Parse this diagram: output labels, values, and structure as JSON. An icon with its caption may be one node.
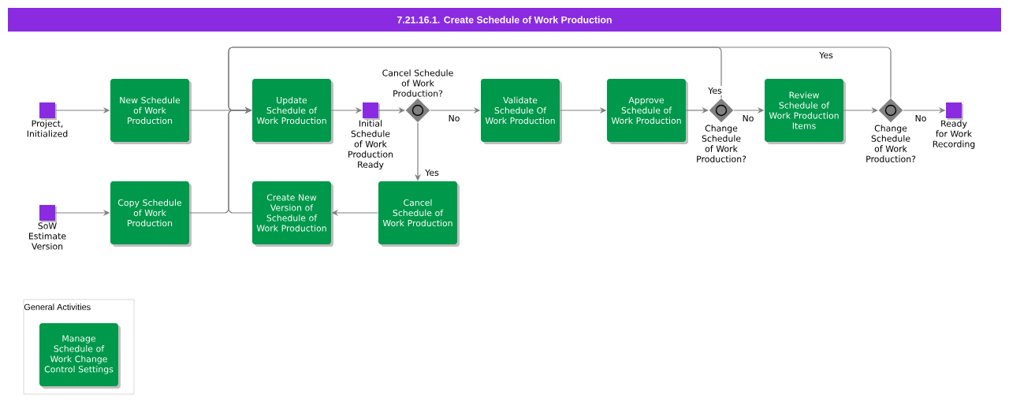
{
  "diagram": {
    "title": "7.21.16.1. Create Schedule of Work Production",
    "nodes": [
      {
        "text": [
          "Project, Initialized"
        ]
      },
      {
        "text": [
          "New Schedule of Work Production"
        ]
      },
      {
        "text": [
          "SoW Estimate Version"
        ]
      },
      {
        "text": [
          "Copy Schedule of Work Production"
        ]
      },
      {
        "text": [
          "Update Schedule of Work Production"
        ]
      },
      {
        "text": [
          "Create New Version of Schedule of Work Production"
        ]
      },
      {
        "text": [
          "Initial Schedule of Work Production Ready"
        ]
      },
      {
        "text": [
          "Cancel Schedule of Work Production?"
        ]
      },
      {
        "text": [
          "Cancel Schedule of Work Production"
        ]
      },
      {
        "text": [
          "Validate Schedule Of Work Production"
        ]
      },
      {
        "text": [
          "Approve Schedule of Work Production"
        ]
      },
      {
        "text": [
          "Change Schedule of Work Production?"
        ]
      },
      {
        "text": [
          "Review Schedule of Work Production Items"
        ]
      },
      {
        "text": [
          "Change Schedule of Work Production?"
        ]
      },
      {
        "text": [
          "Ready for Work Recording"
        ]
      },
      {
        "text": [
          "General Activities"
        ]
      },
      {
        "text": [
          "Manage Schedule of Work Change Control Settings"
        ],
        "in": 15
      }
    ],
    "edges": [
      {
        "from": 0,
        "to": 1,
        "arrow": "to"
      },
      {
        "from": 2,
        "to": 3,
        "arrow": "to"
      },
      {
        "from": 1,
        "to": 4,
        "arrow": "to"
      },
      {
        "from": 3,
        "to": 4,
        "arrow": "to"
      },
      {
        "from": 5,
        "to": 4,
        "arrow": "to"
      },
      {
        "from": 11,
        "to": 4,
        "arrow": "to",
        "label": "Yes"
      },
      {
        "from": 13,
        "to": 4,
        "arrow": "to",
        "label": "Yes"
      },
      {
        "from": 4,
        "to": 6,
        "arrow": "to"
      },
      {
        "from": 6,
        "to": 7,
        "arrow": "to"
      },
      {
        "from": 7,
        "to": 9,
        "arrow": "to",
        "label": "No"
      },
      {
        "from": 7,
        "to": 8,
        "arrow": "to",
        "label": "Yes"
      },
      {
        "from": 8,
        "to": 5,
        "arrow": "to"
      },
      {
        "from": 9,
        "to": 10,
        "arrow": "to"
      },
      {
        "from": 10,
        "to": 11,
        "arrow": "to"
      },
      {
        "from": 11,
        "to": 12,
        "arrow": "to",
        "label": "No"
      },
      {
        "from": 12,
        "to": 13,
        "arrow": "to"
      },
      {
        "from": 13,
        "to": 14,
        "arrow": "to",
        "label": "No"
      }
    ]
  }
}
